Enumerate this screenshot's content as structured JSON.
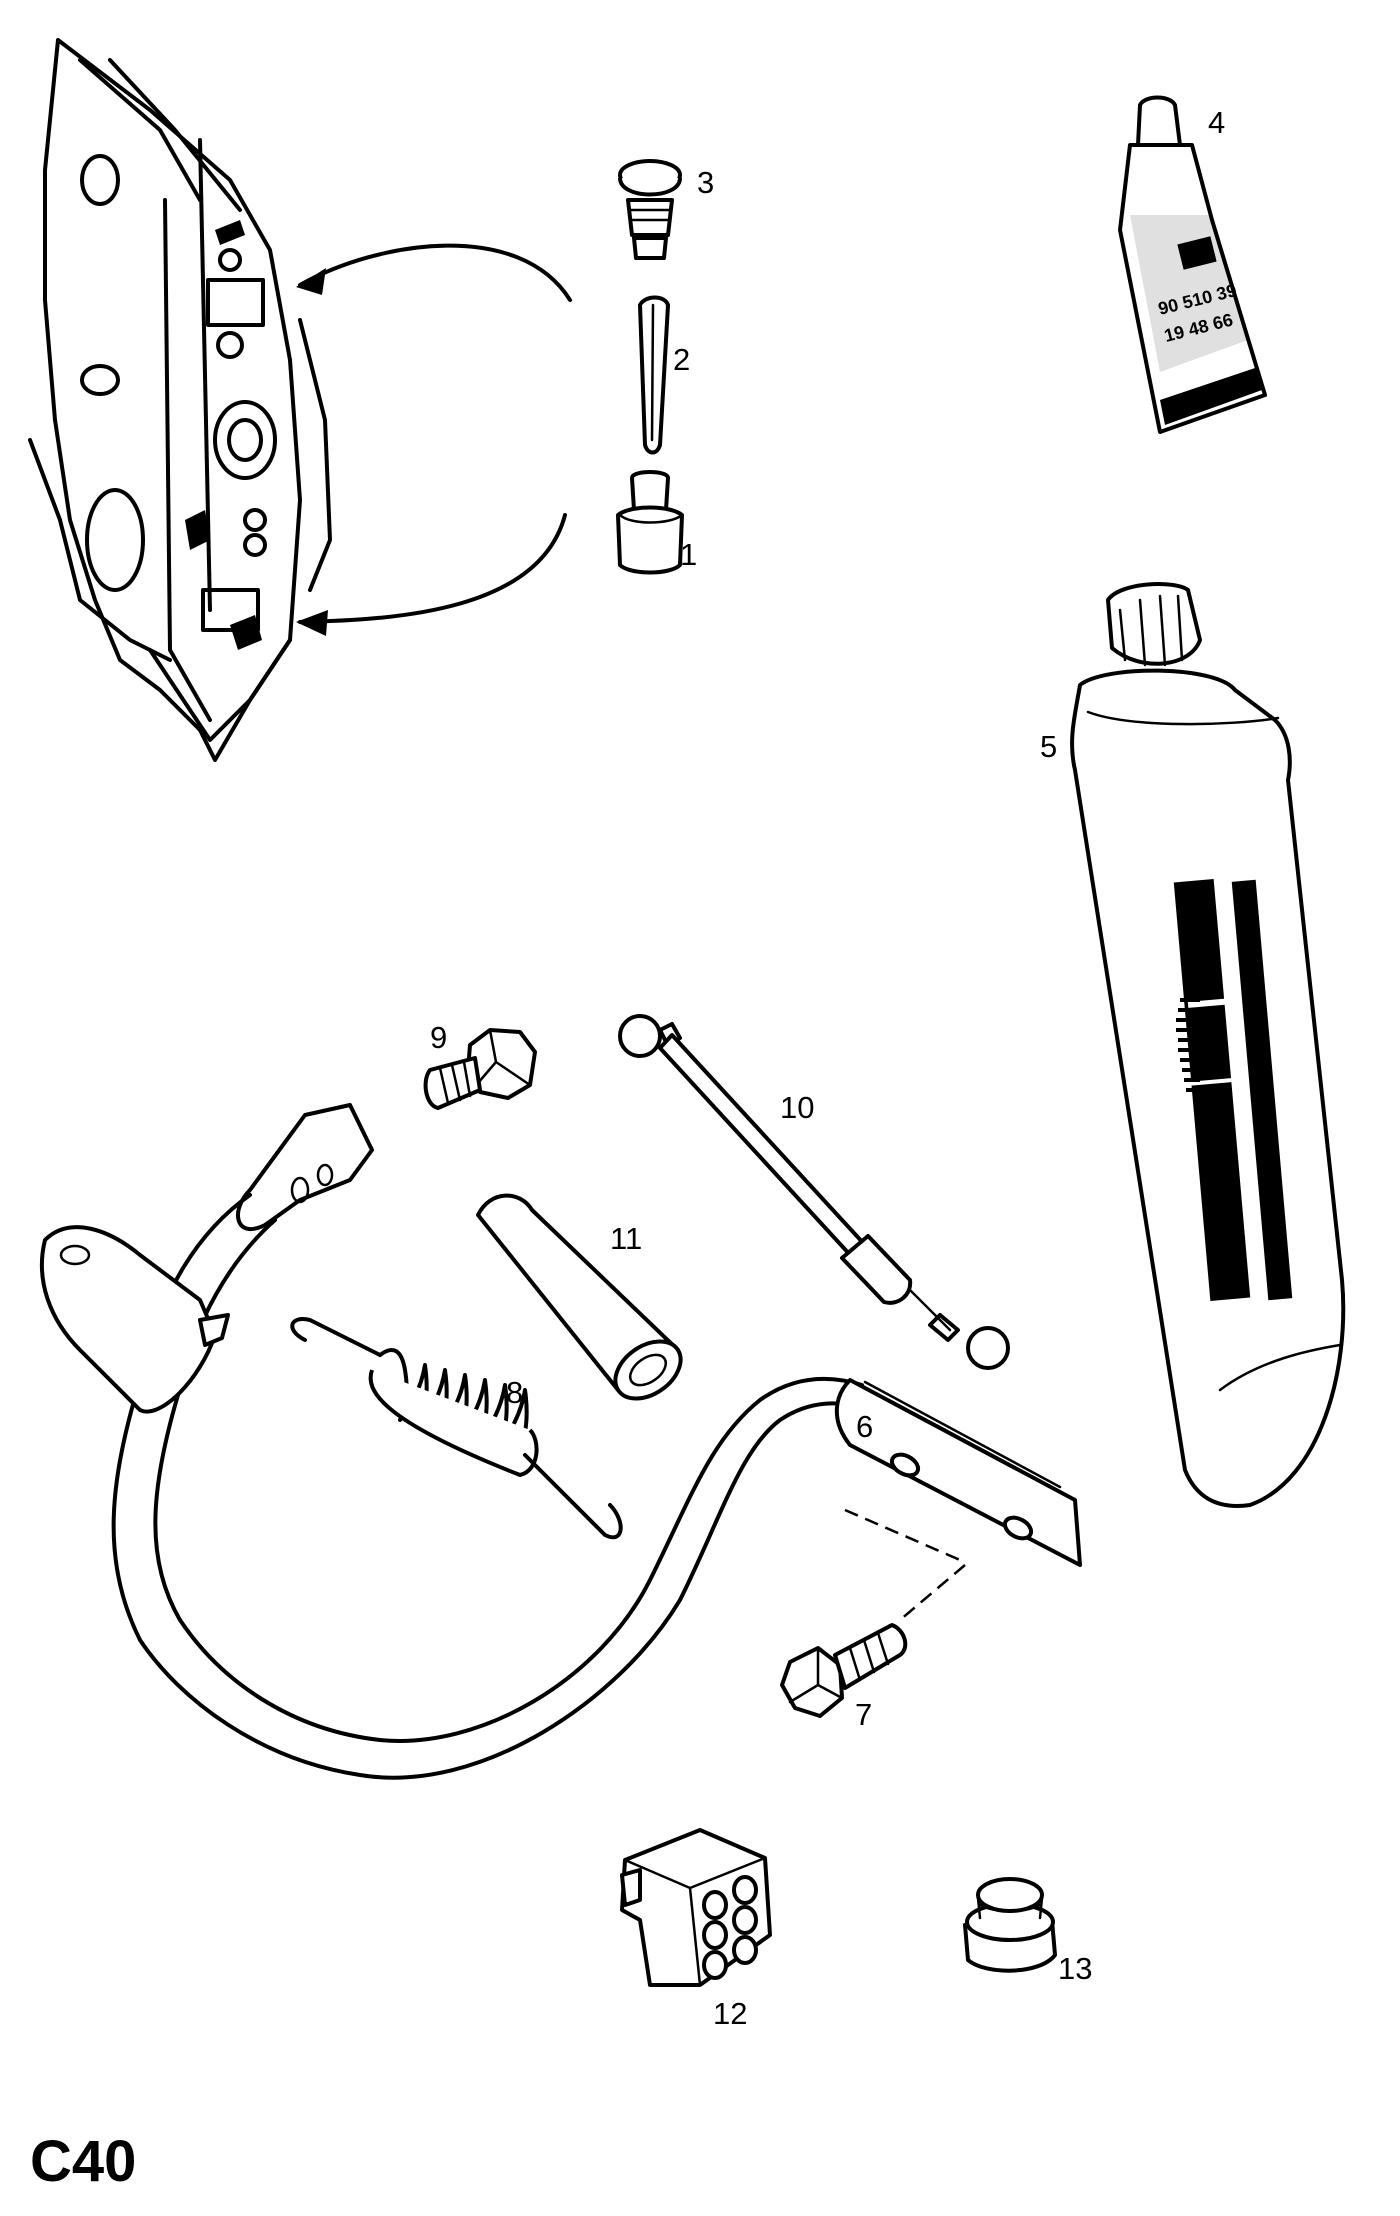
{
  "diagram_code": "C40",
  "callouts": {
    "p1": "1",
    "p2": "2",
    "p3": "3",
    "p4": "4",
    "p5": "5",
    "p6": "6",
    "p7": "7",
    "p8": "8",
    "p9": "9",
    "p10": "10",
    "p11": "11",
    "p12": "12",
    "p13": "13"
  },
  "small_tube_label": {
    "line1": "90 510 39",
    "line2": "19 48 66"
  }
}
